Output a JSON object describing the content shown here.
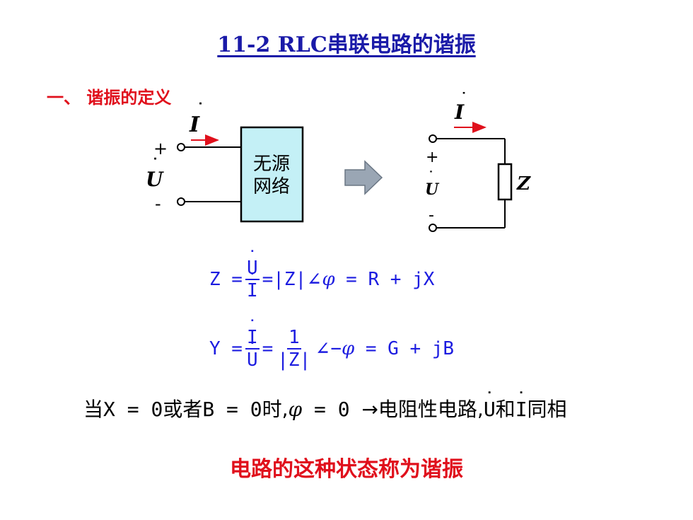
{
  "title": "11-2  RLC串联电路的谐振",
  "section": {
    "label": "一、 谐振的定义"
  },
  "diagram_left": {
    "current_label": "I",
    "voltage_label": "U",
    "plus": "+",
    "minus": "-",
    "box_line1": "无源",
    "box_line2": "网络"
  },
  "diagram_right": {
    "current_label": "I",
    "voltage_label": "U",
    "plus": "+",
    "minus": "-",
    "impedance_label": "Z"
  },
  "equation1": {
    "lhs": "Z =",
    "num": "U",
    "den": "I",
    "rest1": "=|Z|",
    "angle": "∠",
    "phi": "φ",
    "rest2": " = R + jX"
  },
  "equation2": {
    "lhs": "Y =",
    "num1": "I",
    "den1": "U",
    "eq": "=",
    "num2": "1",
    "den2": "|Z|",
    "angle": "∠",
    "minus_phi": "−",
    "phi": "φ",
    "rest": " = G + jB"
  },
  "statement": {
    "p1": "当",
    "p2": "X = 0",
    "p3": "或者",
    "p4": "B = 0",
    "p5": "时,",
    "phi": "φ",
    "p6": " = 0 ",
    "arrow": "→",
    "p7": "电阻性电路,",
    "u": "U",
    "p8": "和",
    "i": "I",
    "p9": "同相"
  },
  "conclusion": "电路的这种状态称为谐振",
  "colors": {
    "title": "#1a1aa8",
    "red": "#e0101c",
    "blue": "#1c1ce0",
    "box_fill": "#c4f0f6",
    "arrow_fill": "#9aa6b4"
  }
}
